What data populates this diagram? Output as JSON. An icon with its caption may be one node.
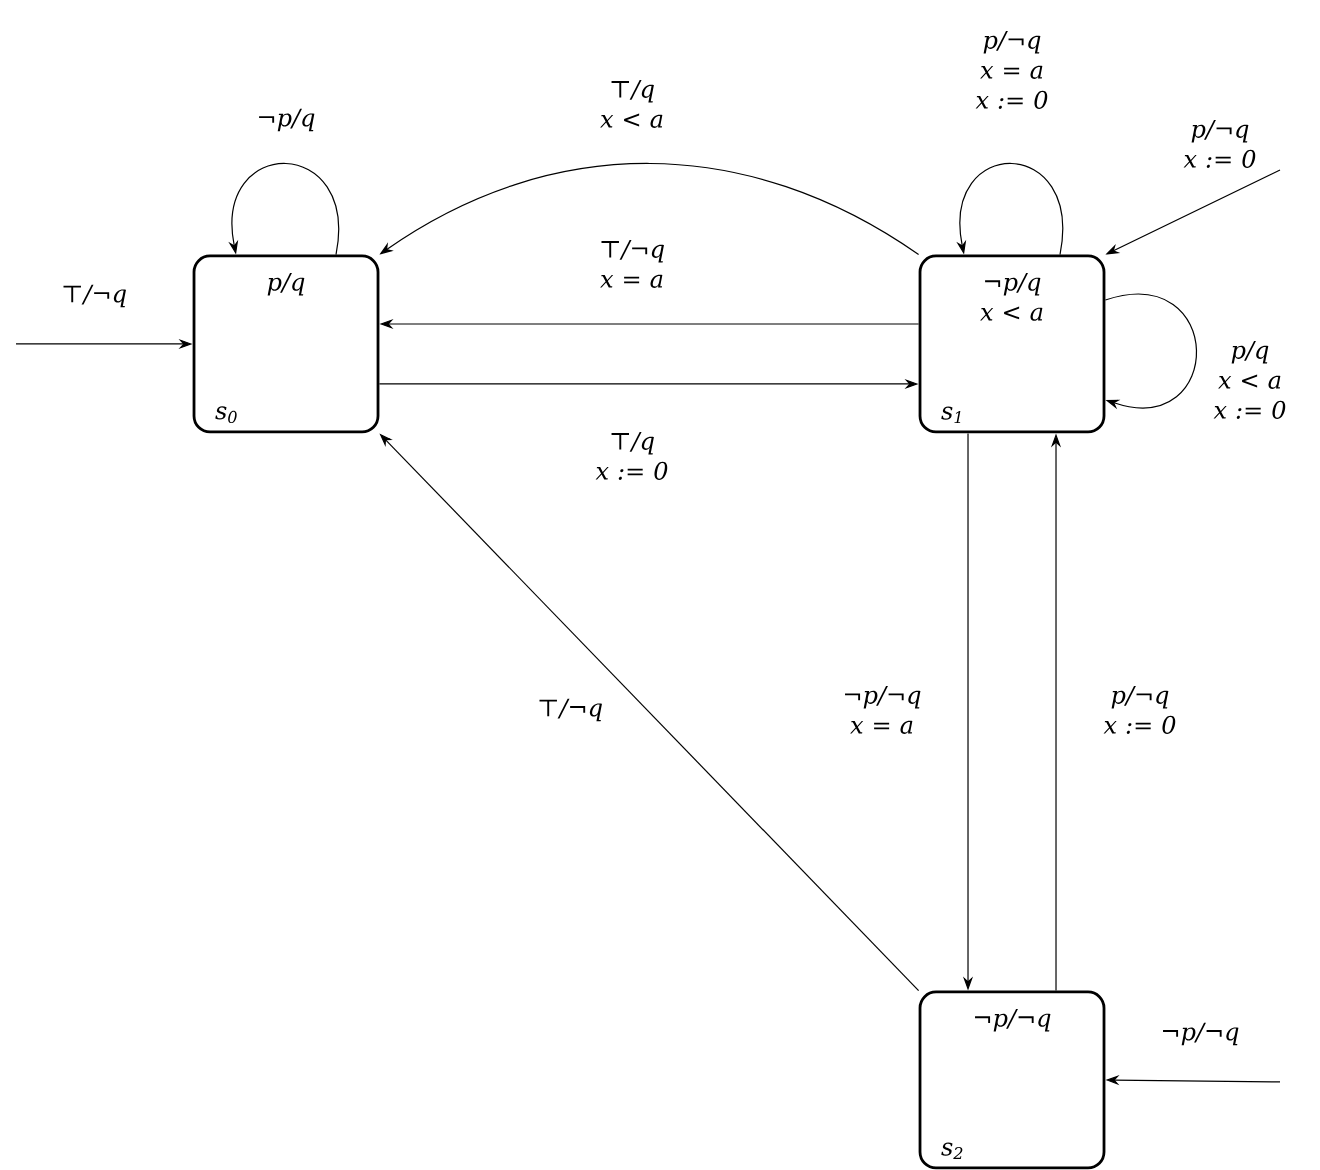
{
  "diagram": {
    "nodes": [
      {
        "text": [
          "p/q",
          "s$_{0}$"
        ]
      },
      {
        "text": [
          "¬p/q x < a",
          "s$_{1}$"
        ]
      },
      {
        "text": [
          "¬p/¬q",
          "s$_{2}$"
        ]
      }
    ],
    "edges": [
      {
        "from": null,
        "to": 0,
        "arrow": "to",
        "label": "⊤/¬q"
      },
      {
        "from": 0,
        "to": 0,
        "arrow": "to",
        "label": "¬p/q"
      },
      {
        "from": 1,
        "to": 0,
        "arrow": "to",
        "label": "⊤/q x < a"
      },
      {
        "from": 1,
        "to": 0,
        "arrow": "to",
        "label": "⊤/¬q x = a"
      },
      {
        "from": 0,
        "to": 1,
        "arrow": "to",
        "label": "⊤/q x := 0"
      },
      {
        "from": 1,
        "to": 1,
        "arrow": "to",
        "label": "p/¬q x = a x := 0"
      },
      {
        "from": null,
        "to": 1,
        "arrow": "to",
        "label": "p/¬q x := 0"
      },
      {
        "from": 1,
        "to": 1,
        "arrow": "to",
        "label": "p/q x < a x := 0"
      },
      {
        "from": 1,
        "to": 2,
        "arrow": "to",
        "label": "¬p/¬q x = a"
      },
      {
        "from": 2,
        "to": 1,
        "arrow": "to",
        "label": "p/¬q x := 0"
      },
      {
        "from": 2,
        "to": 0,
        "arrow": "to",
        "label": "⊤/¬q"
      },
      {
        "from": null,
        "to": 2,
        "arrow": "to",
        "label": "¬p/¬q"
      }
    ]
  }
}
